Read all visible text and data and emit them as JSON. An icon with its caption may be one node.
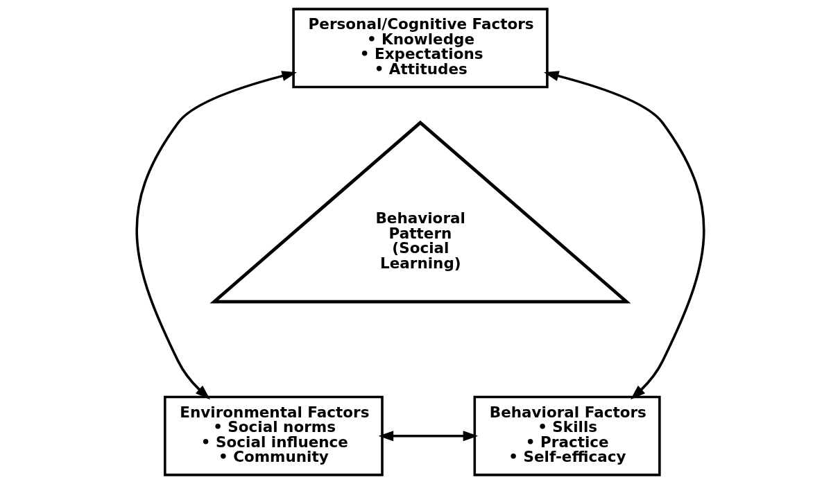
{
  "diagram": {
    "nodes": [
      {
        "text": [
          "Personal/Cognitive Factors",
          "• Knowledge",
          "• Expectations",
          "• Attitudes"
        ]
      },
      {
        "text": [
          "Behavioral Pattern (Social Learning)"
        ]
      },
      {
        "text": [
          "Environmental Factors",
          "• Social norms",
          "• Social influence",
          "• Community"
        ]
      },
      {
        "text": [
          "Behavioral Factors",
          "• Skills",
          "• Practice",
          "• Self-efficacy"
        ]
      }
    ],
    "edges": [
      {
        "from": 0,
        "to": 2,
        "arrow": "both"
      },
      {
        "from": 0,
        "to": 3,
        "arrow": "both"
      },
      {
        "from": 2,
        "to": 3,
        "arrow": "both"
      }
    ]
  }
}
